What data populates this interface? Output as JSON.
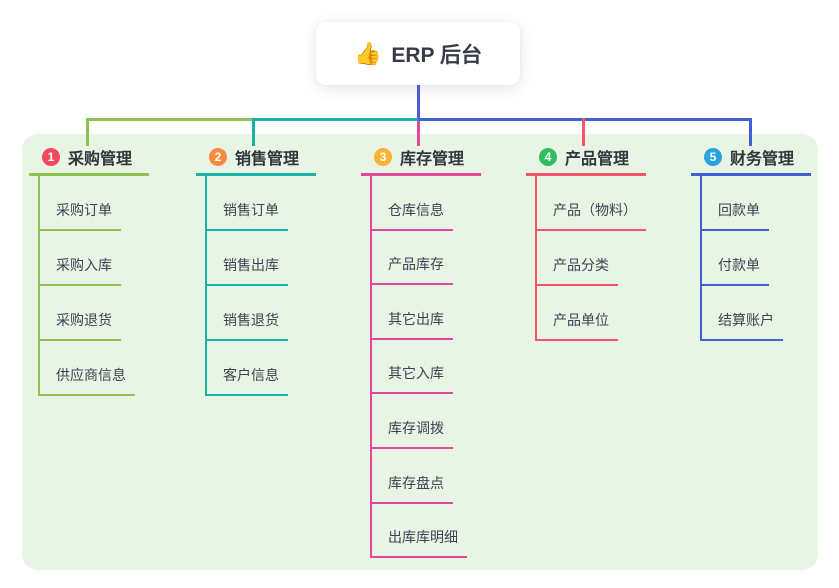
{
  "root": {
    "icon": "👍",
    "title": "ERP 后台"
  },
  "colors": {
    "canvas_bg": "#ffffff",
    "panel_bg": "#e8f5e5",
    "root_line": "#4c5bd4",
    "root_text": "#363b46",
    "header_text": "#32353c",
    "child_text": "#3d4250"
  },
  "branches": [
    {
      "number": "1",
      "label": "采购管理",
      "badge_color": "#f04a5e",
      "line_color": "#8dc252",
      "children": [
        "采购订单",
        "采购入库",
        "采购退货",
        "供应商信息"
      ]
    },
    {
      "number": "2",
      "label": "销售管理",
      "badge_color": "#f98b3e",
      "line_color": "#17b3a6",
      "children": [
        "销售订单",
        "销售出库",
        "销售退货",
        "客户信息"
      ]
    },
    {
      "number": "3",
      "label": "库存管理",
      "badge_color": "#f9b234",
      "line_color": "#e1489c",
      "children": [
        "仓库信息",
        "产品库存",
        "其它出库",
        "其它入库",
        "库存调拨",
        "库存盘点",
        "出库库明细"
      ]
    },
    {
      "number": "4",
      "label": "产品管理",
      "badge_color": "#31bd62",
      "line_color": "#f25468",
      "children": [
        "产品（物料）",
        "产品分类",
        "产品单位"
      ]
    },
    {
      "number": "5",
      "label": "财务管理",
      "badge_color": "#28a2e0",
      "line_color": "#4061d2",
      "children": [
        "回款单",
        "付款单",
        "结算账户"
      ]
    }
  ]
}
